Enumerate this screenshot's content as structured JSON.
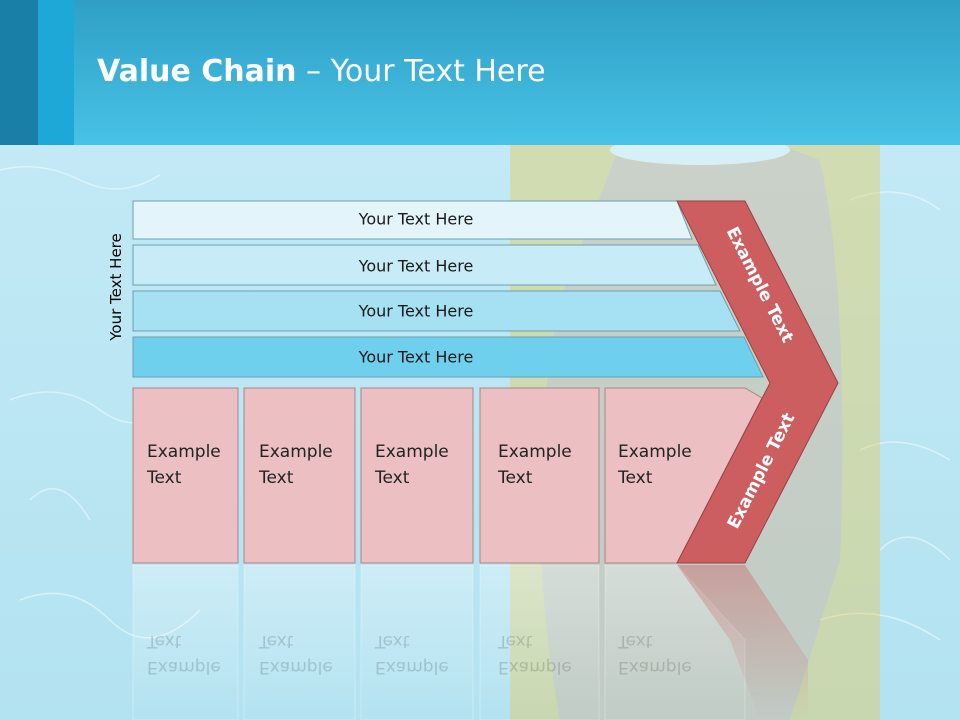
{
  "header": {
    "title_bold": "Value Chain",
    "title_rest": " – Your Text Here"
  },
  "diagram": {
    "vertical_label": "Your Text Here",
    "bars": [
      {
        "label": "Your Text Here",
        "color": "#e3f5fb"
      },
      {
        "label": "Your Text Here",
        "color": "#c7ecf8"
      },
      {
        "label": "Your Text Here",
        "color": "#a5e1f3"
      },
      {
        "label": "Your Text Here",
        "color": "#6fd0ee"
      }
    ],
    "boxes": [
      {
        "line1": "Example",
        "line2": "Text"
      },
      {
        "line1": "Example",
        "line2": "Text"
      },
      {
        "line1": "Example",
        "line2": "Text"
      },
      {
        "line1": "Example",
        "line2": "Text"
      },
      {
        "line1": "Example",
        "line2": "Text"
      }
    ],
    "arrow": {
      "upper_label": "Example Text",
      "lower_label": "Example Text",
      "color": "#cd5e60"
    },
    "box_color": "#ecc0c2"
  }
}
